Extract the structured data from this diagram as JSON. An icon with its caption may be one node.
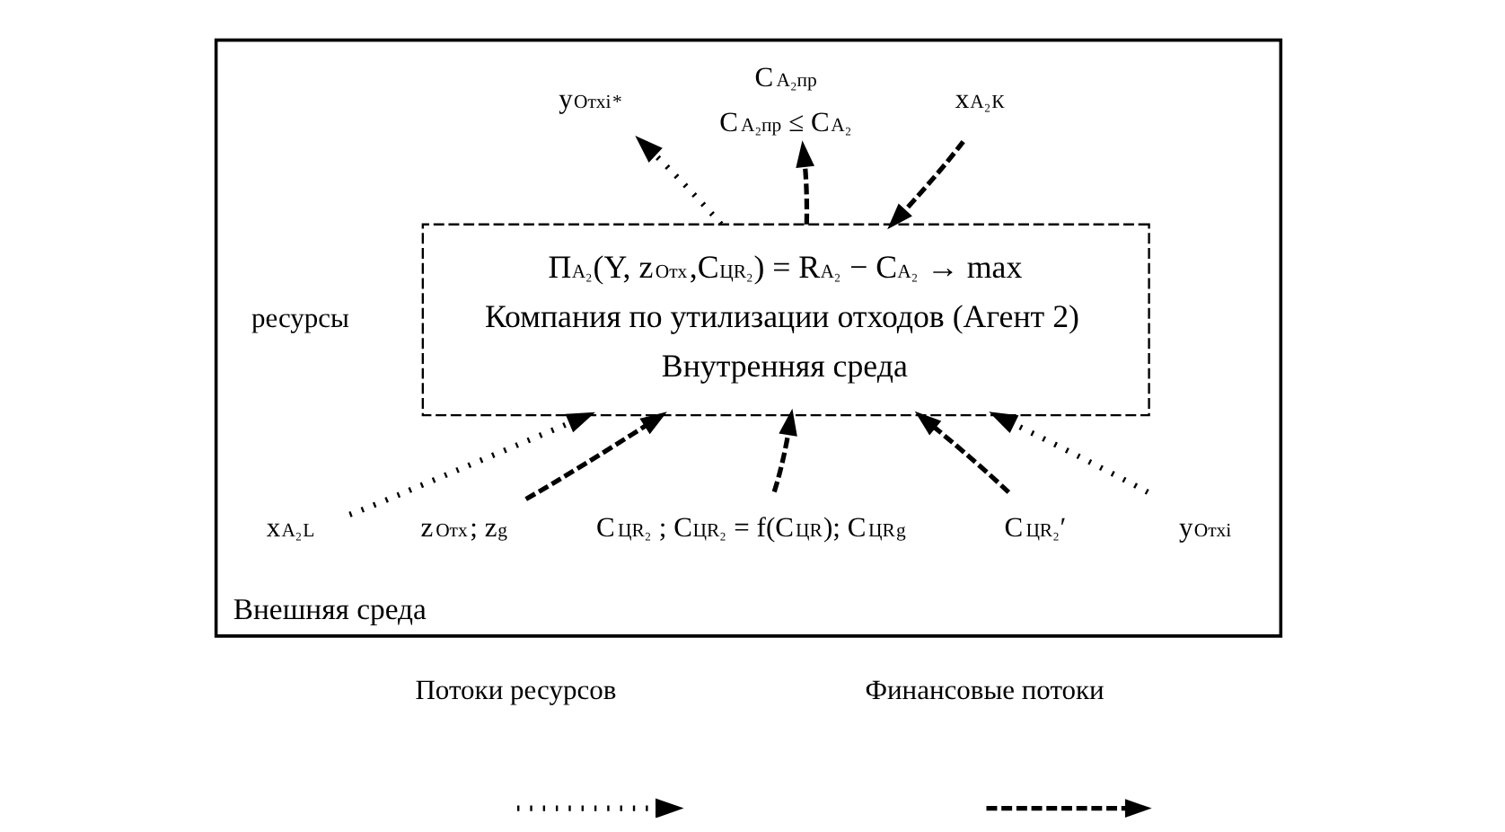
{
  "diagram": {
    "nodes": [
      {
        "text": [
          "Внешняя среда"
        ]
      },
      {
        "text": [
          "Π$_{А₂}$(Y, z$^{Отх}$,C$_{ЦR₂}$) = R$_{А₂}$ − C$_{А₂}$ → max",
          "Компания по утилизации отходов (Агент 2)",
          "Внутренняя среда"
        ],
        "in": 0
      },
      {
        "text": [
          "x$_{А₂}$$^{К}$"
        ],
        "in": 0
      },
      {
        "text": [
          "x$_{А₂}$$^{L}$"
        ],
        "in": 0
      },
      {
        "text": [
          "C$_{А₂пр}$",
          "C$_{А₂пр}$ ≤ C$_{А₂}$"
        ],
        "in": 0
      },
      {
        "text": [
          "y$_{Отхi}$$^{*}$"
        ],
        "in": 0
      },
      {
        "text": [
          "z$^{Отх}$; z$^{g}$"
        ],
        "in": 0
      },
      {
        "text": [
          "C$_{ЦR₂}$ ; C$_{ЦR₂}$ = f(C$_{ЦR}$); C$_{ЦR}$$^{g}$"
        ],
        "in": 0
      },
      {
        "text": [
          "C$_{ЦR₂}$′"
        ],
        "in": 0
      },
      {
        "text": [
          "y$_{Отхi}$"
        ],
        "in": 0
      }
    ],
    "edges": [
      {
        "from": 2,
        "to": 1,
        "arrow": "to",
        "style": "dashed"
      },
      {
        "from": 3,
        "to": 1,
        "arrow": "to"
      },
      {
        "from": 1,
        "to": 4,
        "arrow": "to",
        "style": "dashed"
      },
      {
        "from": 1,
        "to": 5,
        "arrow": "to"
      },
      {
        "from": 6,
        "to": 1,
        "arrow": "to",
        "style": "dashed"
      },
      {
        "from": 7,
        "to": 1,
        "arrow": "to",
        "style": "dashed"
      },
      {
        "from": 8,
        "to": 1,
        "arrow": "to",
        "style": "dashed"
      },
      {
        "from": 9,
        "to": 1,
        "arrow": "to"
      }
    ],
    "labels": [
      "ресурсы"
    ],
    "legend": [
      {
        "text": "Потоки ресурсов"
      },
      {
        "text": "Финансовые потоки"
      }
    ]
  }
}
